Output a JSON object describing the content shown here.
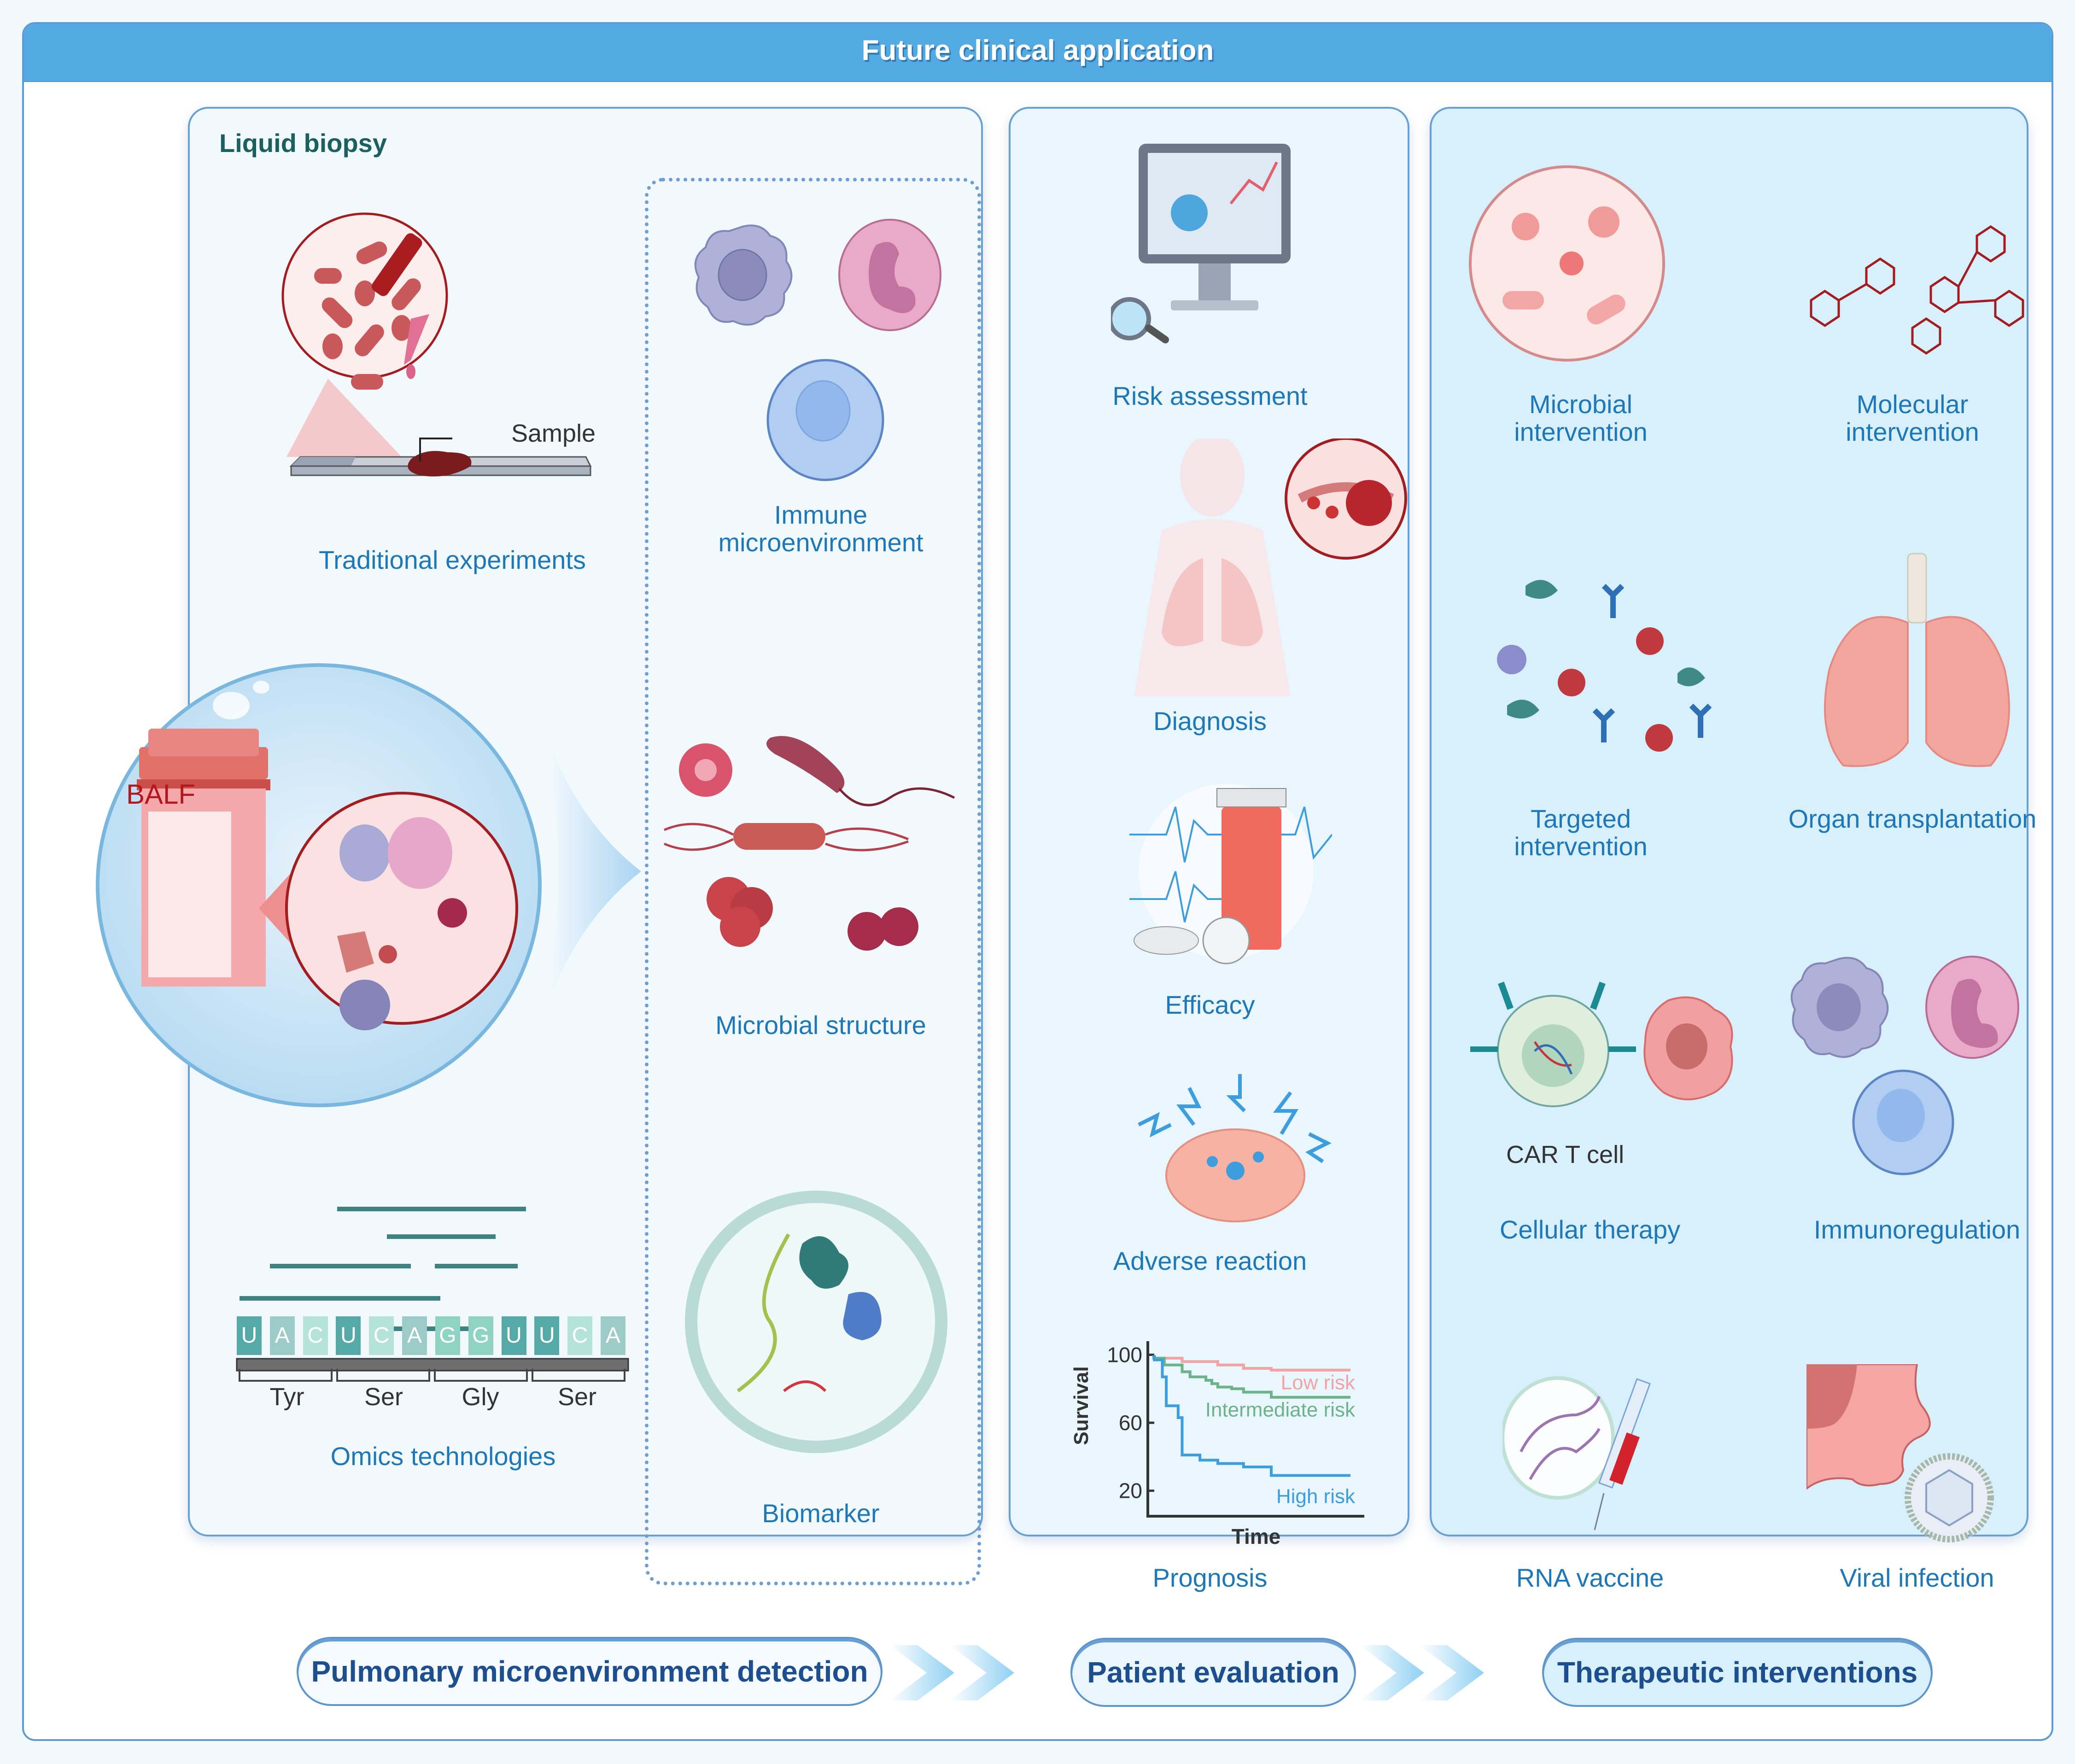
{
  "header": {
    "title": "Future clinical application"
  },
  "detection_panel": {
    "heading": "Liquid biopsy",
    "sample_label": "Sample",
    "balf_label": "BALF",
    "items": [
      {
        "label": "Traditional experiments"
      },
      {
        "label": "Immune microenvironment"
      },
      {
        "label": "Microbial structure"
      },
      {
        "label": "Omics technologies"
      },
      {
        "label": "Biomarker"
      }
    ],
    "sequence": {
      "bases": [
        "U",
        "A",
        "C",
        "U",
        "C",
        "A",
        "G",
        "G",
        "U",
        "U",
        "C",
        "A"
      ],
      "codons": [
        "Tyr",
        "Ser",
        "Gly",
        "Ser"
      ]
    }
  },
  "evaluation_panel": {
    "items": [
      {
        "label": "Risk assessment"
      },
      {
        "label": "Diagnosis"
      },
      {
        "label": "Efficacy"
      },
      {
        "label": "Adverse reaction"
      },
      {
        "label": "Prognosis"
      }
    ]
  },
  "therapy_panel": {
    "items": [
      {
        "label": "Microbial intervention"
      },
      {
        "label": "Molecular intervention"
      },
      {
        "label": "Targeted intervention"
      },
      {
        "label": "Organ transplantation"
      },
      {
        "label": "Cellular therapy"
      },
      {
        "label": "Immunoregulation"
      },
      {
        "label": "RNA vaccine"
      },
      {
        "label": "Viral infection"
      }
    ],
    "car_t_label": "CAR T cell"
  },
  "workflow": {
    "steps": [
      {
        "label": "Pulmonary microenvironment detection"
      },
      {
        "label": "Patient evaluation"
      },
      {
        "label": "Therapeutic interventions"
      }
    ]
  },
  "chart_data": {
    "type": "line",
    "title": "",
    "xlabel": "Time",
    "ylabel": "Survival",
    "yticks": [
      100,
      60,
      20
    ],
    "ylim": [
      5,
      108
    ],
    "xlim": [
      0,
      100
    ],
    "grid": false,
    "series": [
      {
        "name": "Low risk",
        "color": "#f2a3a3",
        "x": [
          0,
          7,
          15,
          33,
          46,
          60,
          100
        ],
        "y": [
          98,
          98,
          96,
          94,
          92,
          91,
          91
        ]
      },
      {
        "name": "Intermediate risk",
        "color": "#6db38a",
        "x": [
          0,
          6,
          15,
          19,
          27,
          30,
          33,
          40,
          46,
          60,
          100
        ],
        "y": [
          98,
          94,
          90,
          87,
          85,
          83,
          81,
          80,
          78,
          75,
          75
        ]
      },
      {
        "name": "High risk",
        "color": "#3e9ddc",
        "x": [
          0,
          1,
          5,
          7,
          13,
          15,
          24,
          33,
          46,
          60,
          100
        ],
        "y": [
          99,
          97,
          87,
          70,
          63,
          41,
          38,
          36,
          34,
          29,
          29
        ]
      }
    ]
  }
}
